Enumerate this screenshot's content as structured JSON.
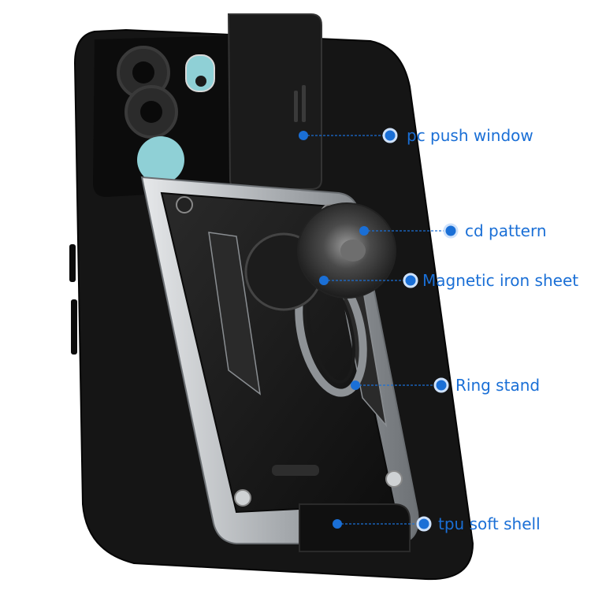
{
  "product": {
    "name": "phone-case-product-photo",
    "colors": {
      "case": "#141414",
      "plate": "#1f1f1f",
      "plate_highlight": "#bfc3c7",
      "lens_ring": "#2b2b2b",
      "phone_body": "#8fd0d6",
      "accent": "#1a6fd6"
    }
  },
  "callouts": [
    {
      "id": "pc-push-window",
      "label": "pc push window"
    },
    {
      "id": "cd-pattern",
      "label": "cd pattern"
    },
    {
      "id": "magnetic-iron-sheet",
      "label": "Magnetic iron sheet"
    },
    {
      "id": "ring-stand",
      "label": "Ring stand"
    },
    {
      "id": "tpu-soft-shell",
      "label": "tpu soft shell"
    }
  ]
}
